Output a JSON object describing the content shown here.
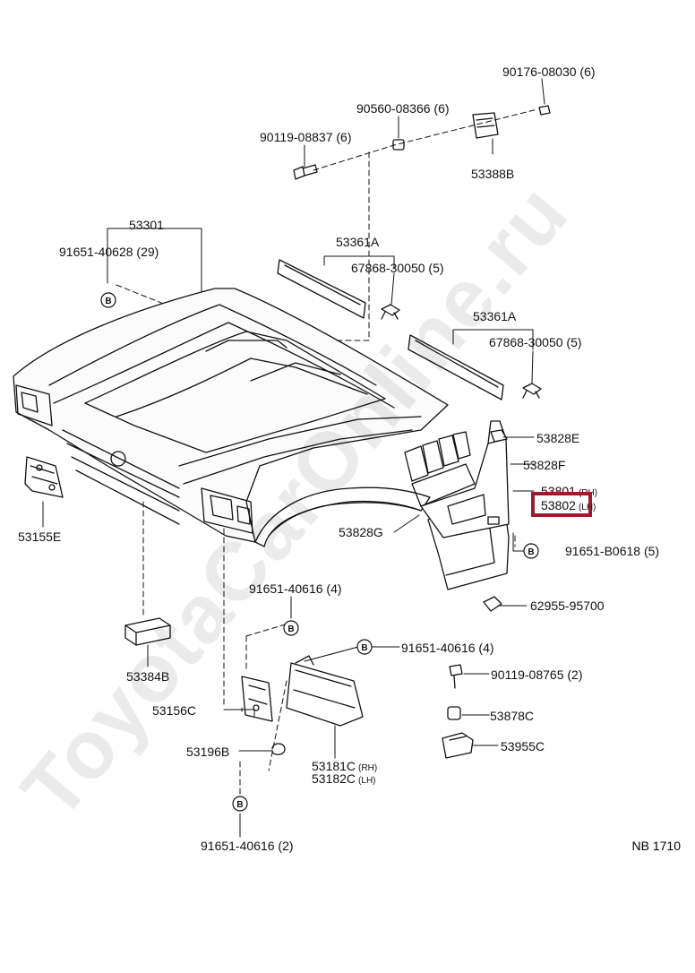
{
  "watermark": "ToyotaCarOnline.ru",
  "diagram_code": "NB  1710",
  "highlight_color": "#9b1b30",
  "labels": {
    "p90176": "90176-08030 (6)",
    "p90560": "90560-08366 (6)",
    "p90119a": "90119-08837 (6)",
    "p53388b": "53388B",
    "p53301": "53301",
    "p91651_40628": "91651-40628 (29)",
    "p53361a_1": "53361A",
    "p67868_1": "67868-30050 (5)",
    "p53361a_2": "53361A",
    "p67868_2": "67868-30050 (5)",
    "p53828e": "53828E",
    "p53828f": "53828F",
    "p53801": "53801",
    "p53801_sfx": "(RH)",
    "p53802": "53802",
    "p53802_sfx": "(LH)",
    "p53155e": "53155E",
    "p53828g": "53828G",
    "p91651_b0618": "91651-B0618 (5)",
    "p62955": "62955-95700",
    "p91651_40616a": "91651-40616 (4)",
    "p91651_40616b": "91651-40616 (4)",
    "p90119b": "90119-08765 (2)",
    "p53384b": "53384B",
    "p53878c": "53878C",
    "p53156c": "53156C",
    "p53955c": "53955C",
    "p53196b": "53196B",
    "p53181c": "53181C",
    "p53181c_sfx": "(RH)",
    "p53182c": "53182C",
    "p53182c_sfx": "(LH)",
    "p91651_40616c": "91651-40616 (2)"
  },
  "callout_letter": "B"
}
